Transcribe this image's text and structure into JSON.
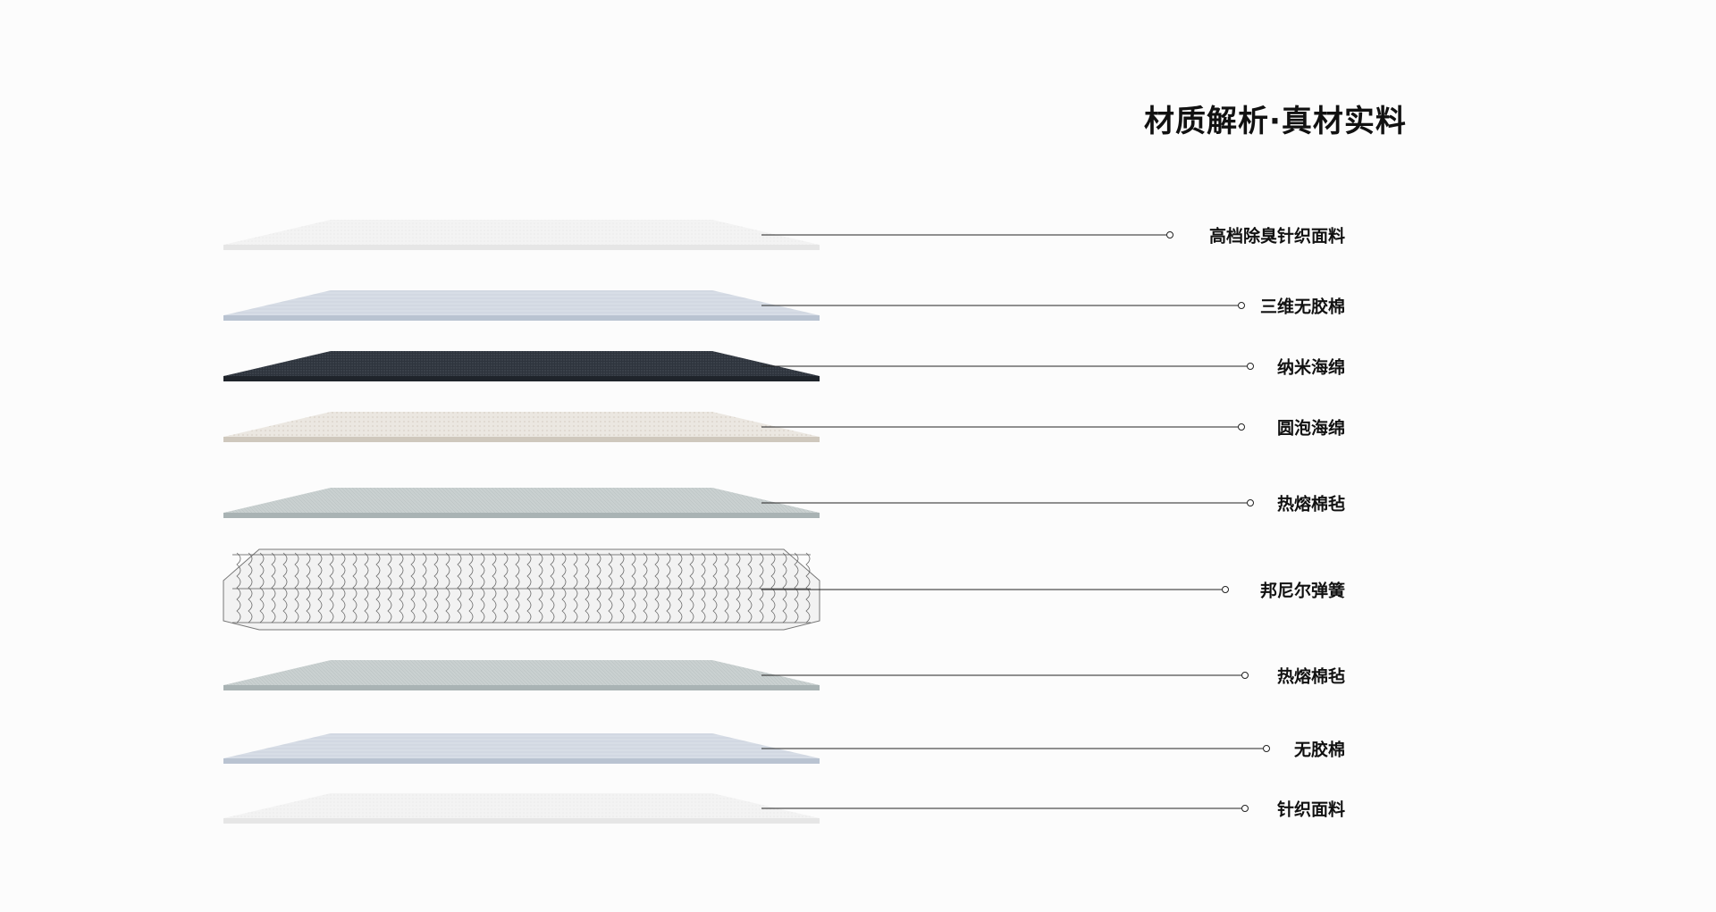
{
  "title": "材质解析·真材实料",
  "layers": [
    {
      "label": "高档除臭针织面料",
      "material": "knit-fabric"
    },
    {
      "label": "三维无胶棉",
      "material": "cotton-blue"
    },
    {
      "label": "纳米海绵",
      "material": "dark-sponge"
    },
    {
      "label": "圆泡海绵",
      "material": "foam"
    },
    {
      "label": "热熔棉毡",
      "material": "felt"
    },
    {
      "label": "邦尼尔弹簧",
      "material": "spring"
    },
    {
      "label": "热熔棉毡",
      "material": "felt"
    },
    {
      "label": "无胶棉",
      "material": "cotton-blue"
    },
    {
      "label": "针织面料",
      "material": "knit-fabric"
    }
  ]
}
